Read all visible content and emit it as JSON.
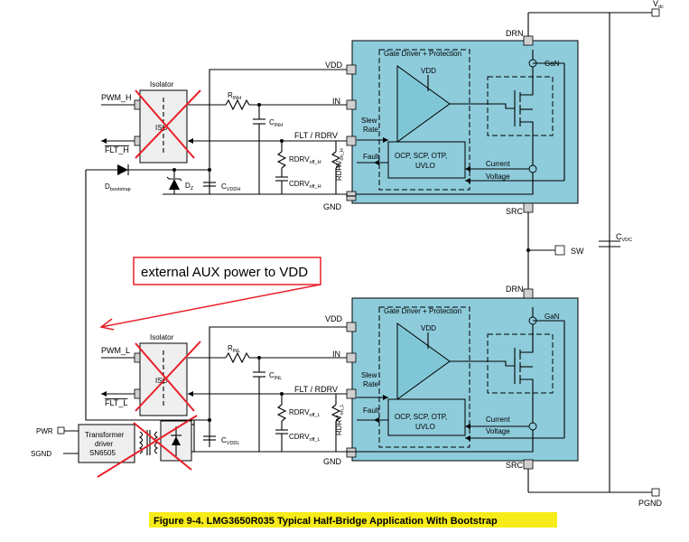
{
  "figure": {
    "caption": "Figure 9-4. LMG3650R035 Typical Half-Bridge Application With Bootstrap",
    "callout": "external AUX power to VDD"
  },
  "rails": {
    "vdc": "V",
    "vdc_sub": "dc",
    "pgnd": "PGND",
    "sw": "SW",
    "cvdc": "C",
    "cvdc_sub": "VDC"
  },
  "high_side": {
    "isolator": "Isolator",
    "iso": "ISO",
    "pwm": "PWM_H",
    "flt": "FLT_H",
    "rin": "R",
    "rin_sub": "INH",
    "cin": "C",
    "cin_sub": "INH",
    "rdrv_off": "RDRV",
    "rdrv_off_sub": "off_H",
    "cdrv_off": "CDRV",
    "cdrv_off_sub": "off_H",
    "rdrv_on": "RDRV",
    "rdrv_on_sub": "on_H",
    "dz": "D",
    "dz_sub": "Z",
    "cvdd": "C",
    "cvdd_sub": "VDDH",
    "dboot": "D",
    "dboot_sub": "bootstrap"
  },
  "low_side": {
    "isolator": "Isolator",
    "iso": "ISO",
    "pwm": "PWM_L",
    "flt": "FLT_L",
    "rin": "R",
    "rin_sub": "INL",
    "cin": "C",
    "cin_sub": "INL",
    "rdrv_off": "RDRV",
    "rdrv_off_sub": "off_L",
    "cdrv_off": "CDRV",
    "cdrv_off_sub": "off_L",
    "rdrv_on": "RDRV",
    "rdrv_on_sub": "on_L",
    "cvdd": "C",
    "cvdd_sub": "VDDL",
    "pwr": "PWR",
    "sgnd": "SGND",
    "xfmr_line1": "Transformer",
    "xfmr_line2": "driver",
    "xfmr_line3": "SN6505"
  },
  "device": {
    "gate_driver": "Gate Driver + Protection",
    "vdd_inner": "VDD",
    "slew1": "Slew",
    "slew2": "Rate",
    "fault": "Fault",
    "prot1": "OCP, SCP, OTP,",
    "prot2": "UVLO",
    "current": "Current",
    "voltage": "Voltage",
    "gan": "GaN",
    "pin_vdd": "VDD",
    "pin_in": "IN",
    "pin_flt": "FLT / RDRV",
    "pin_gnd": "GND",
    "pin_drn": "DRN",
    "pin_src": "SRC"
  },
  "colors": {
    "device_fill": "#8ecbdb",
    "amp_fill": "#7fc7d6",
    "isolator_fill": "#efefef",
    "cross": "#e8202a",
    "caption_bg": "#f7ec19"
  }
}
